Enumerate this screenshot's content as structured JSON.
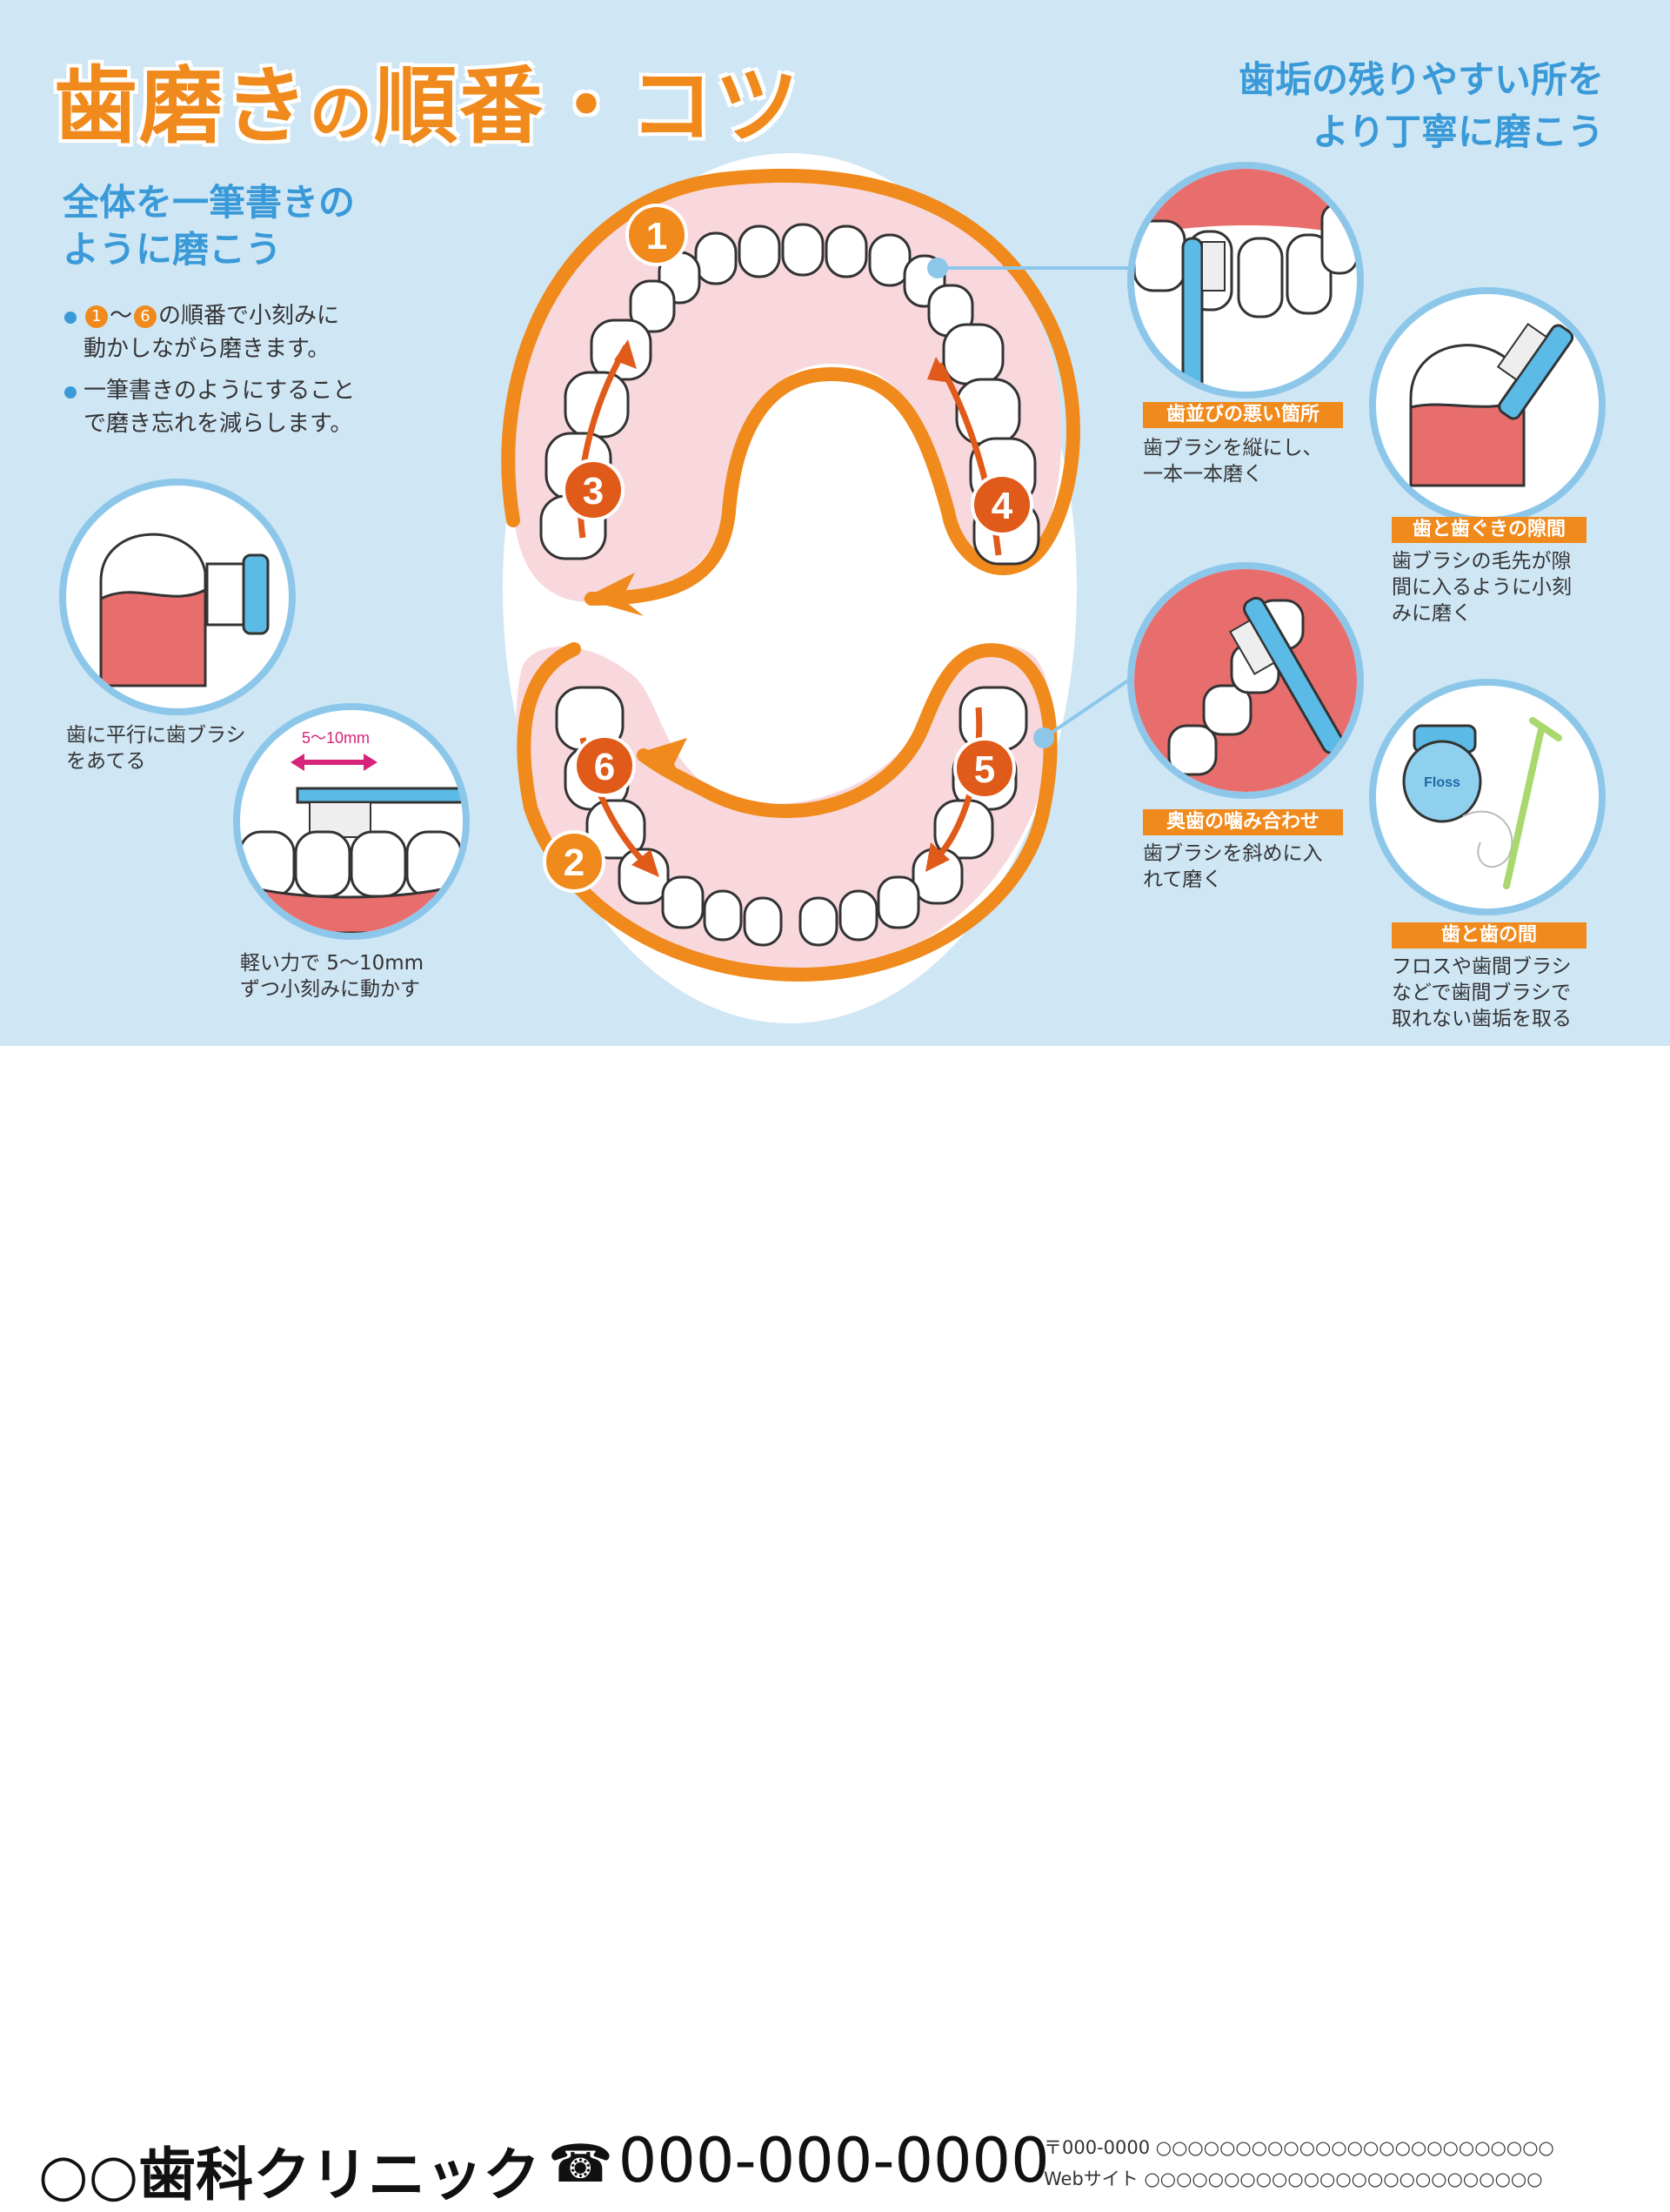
{
  "title": {
    "part1": "歯磨き",
    "part2": "の",
    "part3": "順番・コツ"
  },
  "left": {
    "heading_line1": "全体を一筆書きの",
    "heading_line2": "ように磨こう",
    "bullet1": {
      "start": "1",
      "tilde": "〜",
      "end": "6",
      "text1": "の順番で小刻みに",
      "text2": "動かしながら磨きます。"
    },
    "bullet2": {
      "text1": "一筆書きのようにすること",
      "text2": "で磨き忘れを減らします。"
    },
    "tip1": {
      "line1": "歯に平行に歯ブラシ",
      "line2": "をあてる"
    },
    "tip2": {
      "measure": "5〜10mm",
      "line1": "軽い力で 5〜10mm",
      "line2": "ずつ小刻みに動かす"
    }
  },
  "right": {
    "heading_line1": "歯垢の残りやすい所を",
    "heading_line2": "より丁寧に磨こう",
    "items": [
      {
        "tag": "歯並びの悪い箇所",
        "line1": "歯ブラシを縦にし、",
        "line2": "一本一本磨く",
        "line3": ""
      },
      {
        "tag": "歯と歯ぐきの隙間",
        "line1": "歯ブラシの毛先が隙",
        "line2": "間に入るように小刻",
        "line3": "みに磨く"
      },
      {
        "tag": "奥歯の噛み合わせ",
        "line1": "歯ブラシを斜めに入",
        "line2": "れて磨く",
        "line3": ""
      },
      {
        "tag": "歯と歯の間",
        "line1": "フロスや歯間ブラシ",
        "line2": "などで歯間ブラシで",
        "line3": "取れない歯垢を取る"
      }
    ],
    "floss_label": "Floss"
  },
  "steps": [
    "1",
    "2",
    "3",
    "4",
    "5",
    "6"
  ],
  "footer": {
    "clinic": "○○歯科クリニック",
    "tel_icon": "☎",
    "phone": "000-000-0000",
    "postal": "〒000-0000 ○○○○○○○○○○○○○○○○○○○○○○○○○",
    "web": "Webサイト ○○○○○○○○○○○○○○○○○○○○○○○○○"
  },
  "colors": {
    "orange": "#f08a1c",
    "blue": "#3a9ad8",
    "light_blue": "#cfe6f5",
    "gum": "#e86e6e",
    "pink": "#f8d8dc"
  }
}
